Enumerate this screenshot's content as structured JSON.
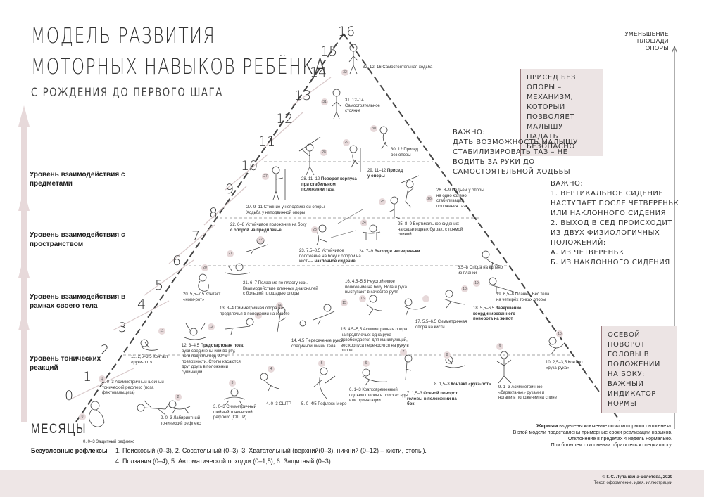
{
  "title": {
    "line1": "Модель развития",
    "line2": "моторных навыков ребёнка",
    "line3": "с рождения до первого шага"
  },
  "levels": [
    {
      "label": "Уровень взаимодействия с предметами"
    },
    {
      "label": "Уровень взаимодействия с пространством"
    },
    {
      "label": "Уровень взаимодействия в рамках своего тела"
    },
    {
      "label": "Уровень тонических реакций"
    }
  ],
  "months_label": "Месяцы",
  "month_numbers": [
    "0",
    "1",
    "2",
    "3",
    "4",
    "5",
    "6",
    "7",
    "8",
    "9",
    "10",
    "11",
    "12",
    "13",
    "14",
    "15",
    "16"
  ],
  "top_right_label": "Уменьшение площади опоры",
  "notes": {
    "box1": "Присед без опоры – механизм, который позволяет малышу падать безопасно",
    "important1_head": "Важно:",
    "important1_text": "дать возможность малышу стабилизировать таз – не водить за руки до самостоятельной ходьбы",
    "important2_head": "Важно:",
    "important2_l1": "1. Вертикальное сидение наступает после четвереньк или наклонного сидения",
    "important2_l2": "2. Выход в сед происходит из двух физиологичных положений:",
    "important2_l3": "а. из четвереньк",
    "important2_l4": "б. из наклонного сидения",
    "box2": "Осевой поворот головы в положении на боку: важный индикатор нормы"
  },
  "captions": {
    "c0": "0. 0–3 Защитный рефлекс",
    "c1": "1. 0–3 Асимметричный шейный тонический рефлекс (поза фехтовальщика)",
    "c2": "2. 0–3 Лабиринтный тонический рефлекс",
    "c3": "3. 0–3 Симметричный шейный тонический рефлекс (СШТР)",
    "c4": "4. 0–3 СШТР",
    "c5": "5. 0–4/5 Рефлекс Моро",
    "c6": "6. 1–3 Кратковременный подъем головы в поисках еды или ориентации",
    "c7a": "7. 1,5–3",
    "c7b": "Осевой поворот головы в положении на бок",
    "c8a": "8. 1,5–3",
    "c8b": "Контакт «рука-рот»",
    "c9": "9. 1–3 Асимметричное «барахтанье» руками и ногами в положении на спине",
    "c10": "10. 2,5–3,5 Контакт «рука-рука»",
    "c11": "11. 2,5–3,5 Контакт «руки-рот»",
    "c12a": "12. 3–4,5",
    "c12b": "Предстартовая поза",
    "c12c": ": руки соединены или во рту, ноги подняты под 90° к поверхности. Стопы касаются друг друга в положении супинации",
    "c13": "13. 3–4 Симметричная опора на предплечья в положении на животе",
    "c14": "14. 4,5 Пересечение рукой срединной линии тела",
    "c15": "15. 4,5–5,5 Асимметричная опора на предплечье: одна рука освобождается для манипуляций, вес корпуса переносится на руку в опоре",
    "c16": "16. 4,5–5,5 Неустойчивое положение на боку. Нога и рука выступают в качестве руля",
    "c17": "17. 5,5–6,5 Симметричная опора на кисти",
    "c18a": "18. 5,5–6,5",
    "c18b": "Завершение координированного поворота на живот",
    "c19": "19. 6,5–8 Планка. Вес тела на четырёх точках опоры",
    "c20": "20. 5,5–7,5 Контакт «ноги-рот»",
    "c21": "21. 6–7 Ползание по-пластунски. Взаимодействие длинных диагоналей с большой площадью опоры",
    "c22a": "22. 6–8 Устойчивое положение на боку",
    "c22b": "с опорой на предплечье",
    "c23a": "23. 7,5–8,5 Устойчивое положение на боку с опорой на кисть –",
    "c23b": "наклонное сидение",
    "c24a": "24. 7–9",
    "c24b": "Выход в четвереньки",
    "c25": "25. 8–9 Вертикальное сидение: на седалищных буграх, с прямой спиной",
    "c26": "26. 8–9 Подъём у опоры на одно колено, стабилизация положения таза",
    "c6_5": "6,5–8 Опора на колено из планки",
    "c27": "27. 9–11 Стояние у неподвижной опоры. Ходьба у неподвижной опоры",
    "c28a": "28. 11–12",
    "c28b": "Поворот корпуса при стабильном положении таза",
    "c29a": "29. 11–12",
    "c29b": "Присед у опоры",
    "c30": "30. 12 Присед без опоры",
    "c31": "31. 12–14 Самостоятельное стояние",
    "c32": "32. 12–16 Самостоятельная ходьба"
  },
  "reflexes": {
    "label": "Безусловные рефлексы",
    "line1": "1. Поисковый (0–3), 2. Сосательный (0–3), 3. Хватательный (верхний(0–3), нижний (0–12) – кисти, стопы).",
    "line2": "4. Ползания (0–4), 5. Автоматической походки (0–1,5), 6. Защитный (0–3)"
  },
  "legend": {
    "l1_bold": "Жирным",
    "l1_rest": " выделены ключевые позы моторного онтогенеза.",
    "l2": "В этой модели представлены примерные сроки реализации навыков.",
    "l3": "Отклонение в пределах 4 недель нормально.",
    "l4": "При большем отклонении обратитесь к специалисту."
  },
  "copyright": {
    "l1": "© Г. С. Лупандина-Болотова, 2020",
    "l2": "Текст, оформление, идея, иллюстрации"
  },
  "colors": {
    "accent": "#9a7a7e",
    "soft": "#e7d9da",
    "line": "#444444"
  }
}
